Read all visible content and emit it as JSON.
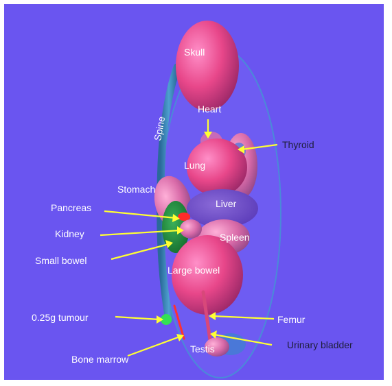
{
  "labels": {
    "skull": "Skull",
    "spine": "Spine",
    "heart": "Heart",
    "thyroid": "Thyroid",
    "lung": "Lung",
    "stomach": "Stomach",
    "liver": "Liver",
    "pancreas": "Pancreas",
    "kidney": "Kidney",
    "spleen": "Spleen",
    "small_bowel": "Small bowel",
    "large_bowel": "Large bowel",
    "tumour": "0.25g tumour",
    "femur": "Femur",
    "testis": "Testis",
    "urinary_bladder": "Urinary bladder",
    "bone_marrow": "Bone marrow"
  },
  "colors": {
    "background": "#6a55f0",
    "body_outline": "#4a8ad8",
    "organ_pink": "#e8478a",
    "spine": "#3d86b8",
    "small_bowel": "#1f8a3a",
    "tumour": "#33e055",
    "arrow": "#ffff33"
  }
}
